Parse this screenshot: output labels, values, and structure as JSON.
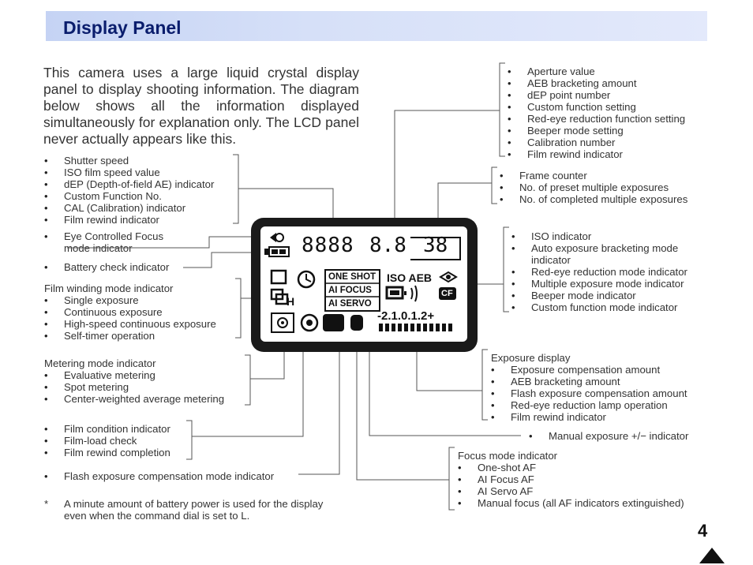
{
  "header": {
    "title": "Display Panel"
  },
  "intro": "This camera uses a large liquid crystal display panel to display shooting information. The diagram below shows all the information displayed simultaneously for explanation only. The LCD panel never actually appears like this.",
  "left_blocks": {
    "group1": [
      "Shutter speed",
      "ISO film speed value",
      "dEP (Depth-of-field AE) indicator",
      "Custom Function No.",
      "CAL (Calibration) indicator",
      "Film rewind indicator"
    ],
    "eye_focus": {
      "line1": "Eye Controlled Focus",
      "line2": "mode indicator"
    },
    "battery": "Battery check indicator",
    "film_winding": {
      "title": "Film winding mode indicator",
      "items": [
        "Single exposure",
        "Continuous exposure",
        "High-speed continuous exposure",
        "Self-timer operation"
      ]
    },
    "metering": {
      "title": "Metering mode indicator",
      "items": [
        "Evaluative metering",
        "Spot metering",
        "Center-weighted average metering"
      ]
    },
    "film_condition": [
      "Film condition indicator",
      "Film-load check",
      "Film rewind completion"
    ],
    "flash_mode": "Flash exposure compensation mode indicator"
  },
  "footnote": {
    "mark": "*",
    "line1": "A minute amount of battery power is used for the display",
    "line2": "even when the command dial is set to L."
  },
  "right_blocks": {
    "aperture": [
      "Aperture value",
      "AEB bracketing amount",
      "dEP point number",
      "Custom function setting",
      "Red-eye reduction function setting",
      "Beeper mode setting",
      "Calibration number",
      "Film rewind indicator"
    ],
    "frame": [
      "Frame counter",
      "No. of preset multiple exposures",
      "No. of completed multiple exposures"
    ],
    "iso": {
      "items": [
        "ISO indicator",
        "Auto exposure bracketing mode",
        "Red-eye reduction mode indicator",
        "Multiple exposure mode indicator",
        "Beeper mode indicator",
        "Custom function mode indicator"
      ],
      "continuation": "indicator"
    },
    "exposure": {
      "title": "Exposure display",
      "items": [
        "Exposure compensation amount",
        "AEB bracketing amount",
        "Flash exposure compensation amount",
        "Red-eye reduction lamp operation",
        "Film rewind indicator"
      ]
    },
    "manual": "Manual exposure +/− indicator",
    "focus": {
      "title": "Focus mode indicator",
      "items": [
        "One-shot AF",
        "AI Focus AF",
        "AI Servo AF",
        "Manual focus (all AF indicators extinguished)"
      ]
    }
  },
  "lcd": {
    "digits_main": "8888",
    "digits_mid": "8.8",
    "digits_frame": "38",
    "af_modes": [
      "ONE SHOT",
      "AI FOCUS",
      "AI SERVO"
    ],
    "iso_aeb": "ISO AEB",
    "cf_badge": "CF",
    "h_label": "H",
    "scale": "-2.1.0.1.2+"
  },
  "page_number": "4"
}
